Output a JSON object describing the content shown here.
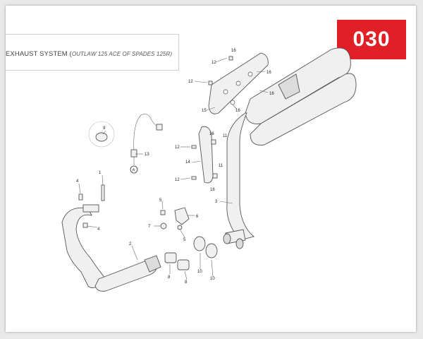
{
  "title": {
    "main": "EXHAUST SYSTEM (",
    "sub": "OUTLAW 125     ACE OF SPADES 125R)"
  },
  "badge": {
    "text": "030",
    "color": "#e11f26"
  },
  "callouts": {
    "c1": "1",
    "c2": "2",
    "c3": "3",
    "c4a": "4",
    "c4b": "4",
    "c5a": "5",
    "c5b": "5",
    "c6": "6",
    "c7": "7",
    "c8a": "8",
    "c8b": "8",
    "c9": "9",
    "c10a": "10",
    "c10b": "10",
    "c11a": "11",
    "c11b": "11",
    "c12a": "12",
    "c12b": "12",
    "c12c": "12",
    "c12d": "12",
    "c13": "13",
    "c14": "14",
    "c15": "15",
    "c16a": "16",
    "c16b": "16",
    "c16c": "16",
    "c16d": "16",
    "cA": "A"
  }
}
